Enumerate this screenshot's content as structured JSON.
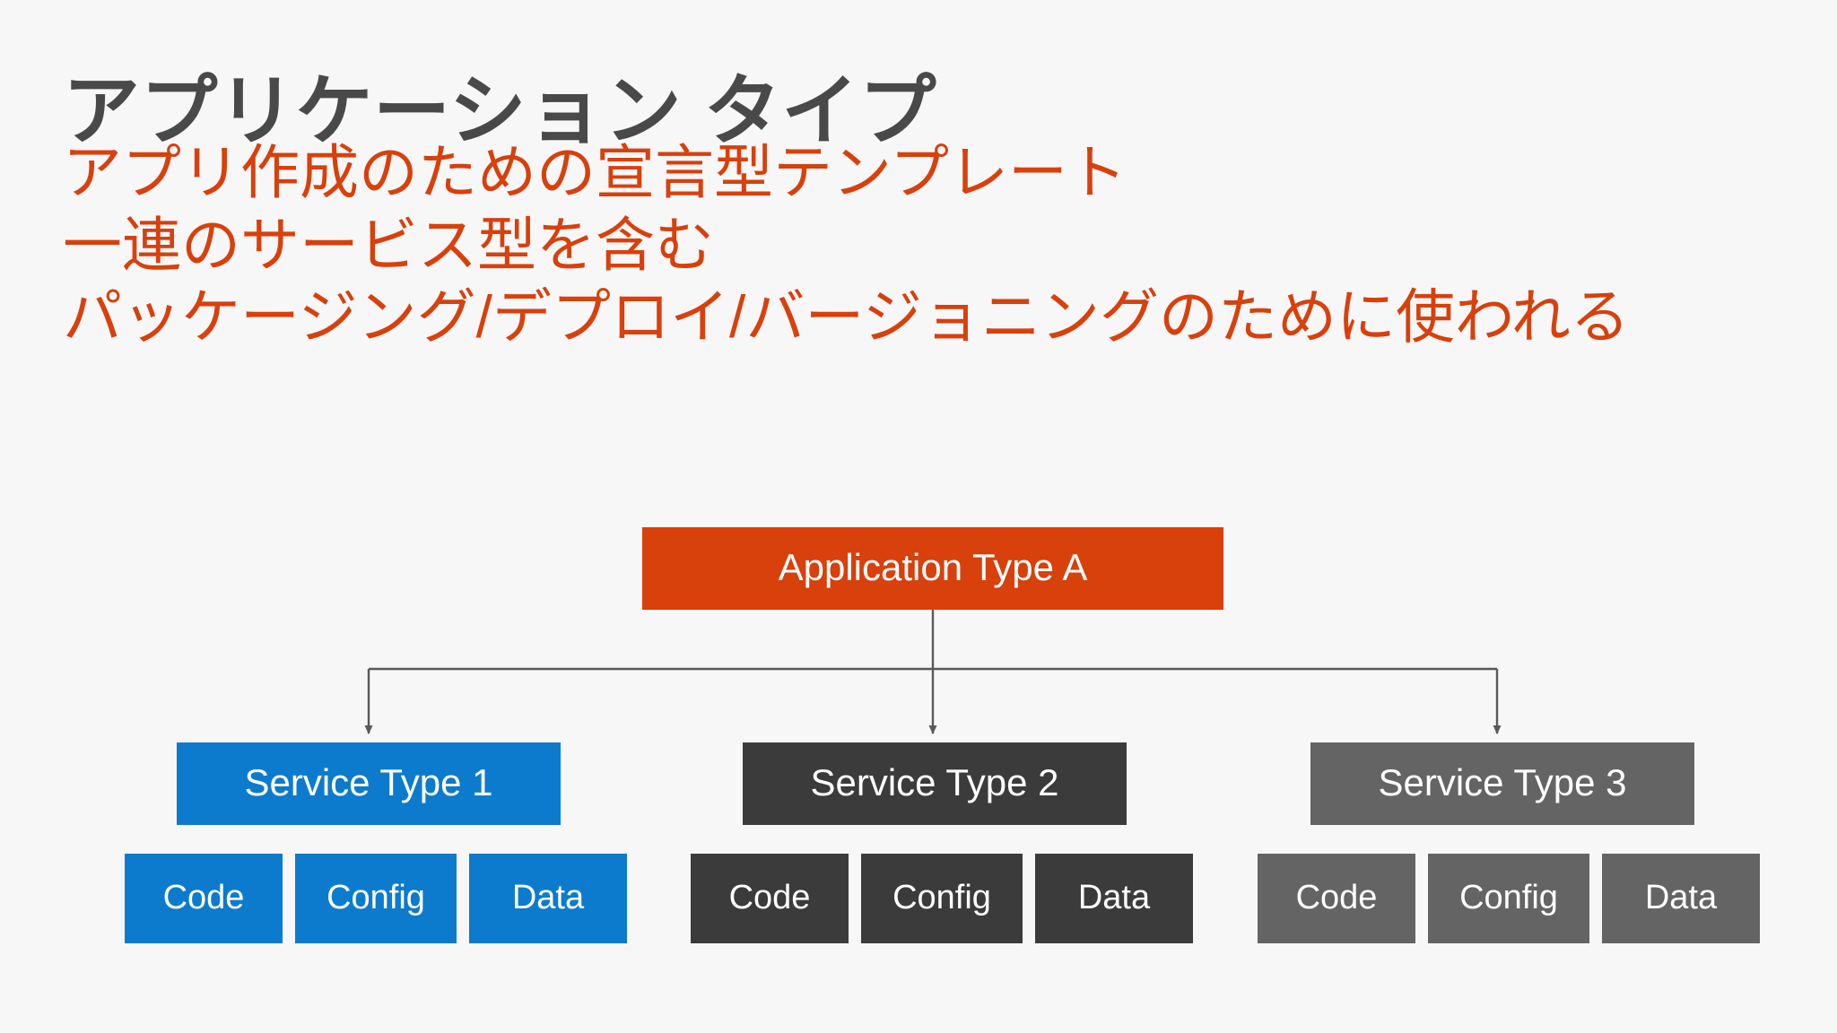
{
  "slide": {
    "background_color": "#f7f7f8",
    "title": "アプリケーション タイプ",
    "title_color": "#494949",
    "accent_color": "#d8400c",
    "body_lines": [
      "アプリ作成のための宣言型テンプレート",
      "一連のサービス型を含む",
      "パッケージング/デプロイ/バージョニングのために使われる"
    ]
  },
  "diagram": {
    "type": "tree",
    "root": {
      "label": "Application Type A",
      "fill": "#d8400c",
      "text_color": "#ffffff"
    },
    "connector_color": "#595959",
    "groups": [
      {
        "label": "Service Type 1",
        "fill": "#0c7bce",
        "text_color": "#ffffff",
        "children": [
          "Code",
          "Config",
          "Data"
        ]
      },
      {
        "label": "Service Type 2",
        "fill": "#3b3b3b",
        "text_color": "#ffffff",
        "children": [
          "Code",
          "Config",
          "Data"
        ]
      },
      {
        "label": "Service Type 3",
        "fill": "#646464",
        "text_color": "#ffffff",
        "children": [
          "Code",
          "Config",
          "Data"
        ]
      }
    ]
  }
}
